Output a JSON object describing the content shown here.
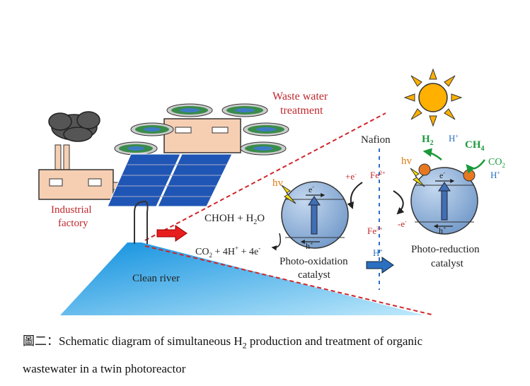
{
  "labels": {
    "waste_water_1": "Waste water",
    "waste_water_2": "treatment",
    "industrial_1": "Industrial",
    "industrial_2": "factory",
    "clean_river": "Clean river",
    "nafion": "Nafion",
    "chohr": "CHOH + H",
    "chohr_sub": "2",
    "chohr_end": "O",
    "co2_eq": "CO",
    "co2_eq_sub": "2",
    "co2_eq_end": " + 4H",
    "co2_eq_sup": "+",
    "co2_eq_tail": " + 4e",
    "co2_eq_tail_sup": "-",
    "hv_left": "hv",
    "hv_right": "hv",
    "e_left": "e",
    "h_left": "h",
    "e_right": "e",
    "h_right": "h",
    "plus_e": "+e",
    "minus_e": "-e",
    "fe2": "Fe",
    "fe2_sup": "2+",
    "fe3": "Fe",
    "fe3_sup": "3+",
    "h_plus_mid": "H",
    "h2": "H",
    "h2_sub": "2",
    "h_plus_top": "H",
    "ch4": "CH",
    "ch4_sub": "4",
    "co2_right": "CO",
    "co2_right_sub": "2",
    "h_plus_right": "H",
    "photo_ox_1": "Photo-oxidation",
    "photo_ox_2": "catalyst",
    "photo_red_1": "Photo-reduction",
    "photo_red_2": "catalyst"
  },
  "caption": {
    "prefix": "圖二：",
    "line1_a": "Schematic diagram of simultaneous H",
    "line1_sub": "2",
    "line1_b": " production and treatment of organic",
    "line2": "wastewater in a twin photoreactor"
  },
  "colors": {
    "red_label": "#c0282d",
    "green_label": "#1a9a3c",
    "blue_label": "#2a6fc0",
    "orange_label": "#e07b10",
    "river": "#1aa3e8",
    "catalyst": "#8fb2d9",
    "sun": "#ffb000"
  }
}
